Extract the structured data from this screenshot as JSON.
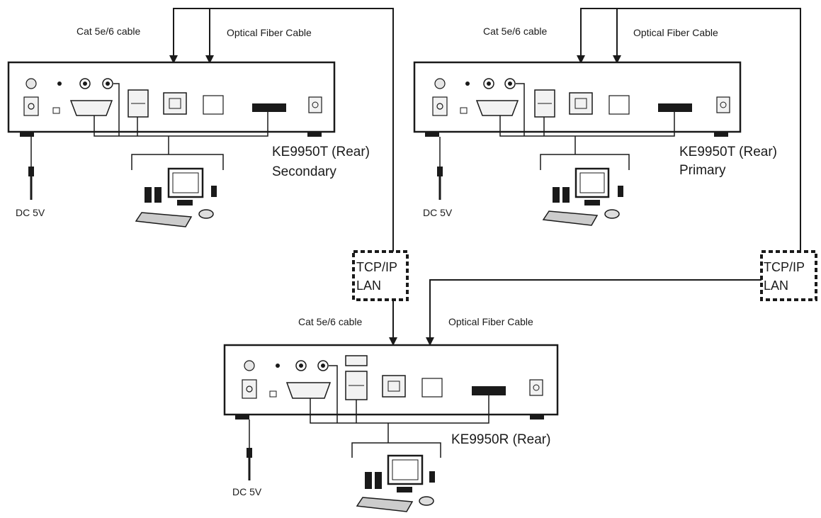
{
  "labels": {
    "cable_cat_secondary": "Cat 5e/6 cable",
    "cable_fiber_secondary": "Optical Fiber Cable",
    "cable_cat_primary": "Cat 5e/6 cable",
    "cable_fiber_primary": "Optical Fiber Cable",
    "cable_cat_receiver": "Cat 5e/6 cable",
    "cable_fiber_receiver": "Optical Fiber Cable"
  },
  "devices": {
    "secondary": {
      "model": "KE9950T (Rear)",
      "role": "Secondary",
      "power": "DC 5V"
    },
    "primary": {
      "model": "KE9950T (Rear)",
      "role": "Primary",
      "power": "DC 5V"
    },
    "receiver": {
      "model": "KE9950R (Rear)",
      "power": "DC 5V"
    }
  },
  "networks": {
    "lan_left": {
      "line1": "TCP/IP",
      "line2": "LAN"
    },
    "lan_right": {
      "line1": "TCP/IP",
      "line2": "LAN"
    }
  },
  "colors": {
    "line": "#1a1a1a",
    "device_fill": "#ffffff",
    "port_fill": "#f2f2f2"
  }
}
